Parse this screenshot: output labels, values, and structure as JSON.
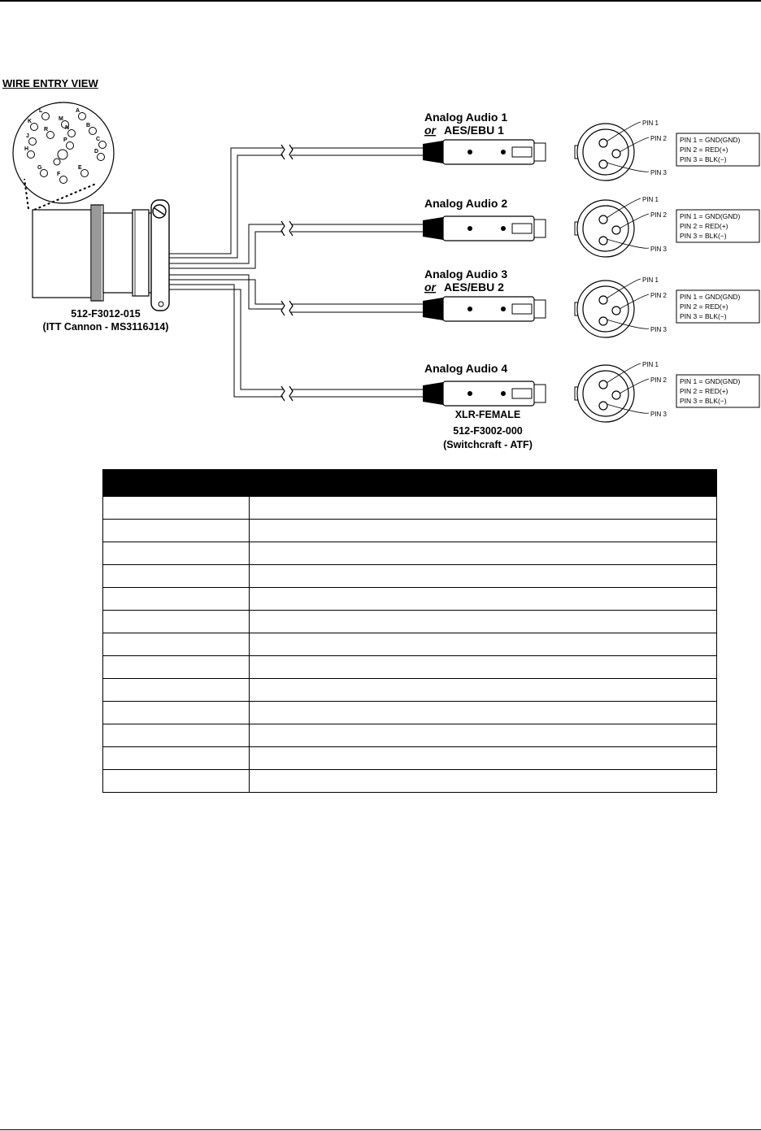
{
  "heading": "WIRE ENTRY VIEW",
  "multipin_connector": {
    "pins": [
      "L",
      "M",
      "A",
      "K",
      "R",
      "N",
      "B",
      "J",
      "P",
      "C",
      "H",
      "D",
      "G",
      "E",
      "F"
    ],
    "part_number": "512-F3012-015",
    "description": "(ITT Cannon - MS3116J14)"
  },
  "channels": [
    {
      "label_line1": "Analog Audio 1",
      "label_line2_italic": "or",
      "label_line2": "AES/EBU 1"
    },
    {
      "label_line1": "Analog Audio 2",
      "label_line2_italic": "",
      "label_line2": ""
    },
    {
      "label_line1": "Analog Audio 3",
      "label_line2_italic": "or",
      "label_line2": "AES/EBU 2"
    },
    {
      "label_line1": "Analog Audio 4",
      "label_line2_italic": "",
      "label_line2": ""
    }
  ],
  "xlr": {
    "type": "XLR-FEMALE",
    "part_number": "512-F3002-000",
    "description": "(Switchcraft - ATF)",
    "pin_labels": [
      "PIN 1",
      "PIN 2",
      "PIN 3"
    ],
    "legend": [
      "PIN 1 = GND(GND)",
      "PIN 2 = RED(+)",
      "PIN 3 = BLK(−)"
    ]
  },
  "table": {
    "header": [
      "",
      ""
    ],
    "rows": [
      [
        "",
        ""
      ],
      [
        "",
        ""
      ],
      [
        "",
        ""
      ],
      [
        "",
        ""
      ],
      [
        "",
        ""
      ],
      [
        "",
        ""
      ],
      [
        "",
        ""
      ],
      [
        "",
        ""
      ],
      [
        "",
        ""
      ],
      [
        "",
        ""
      ],
      [
        "",
        ""
      ],
      [
        "",
        ""
      ],
      [
        "",
        ""
      ]
    ]
  }
}
